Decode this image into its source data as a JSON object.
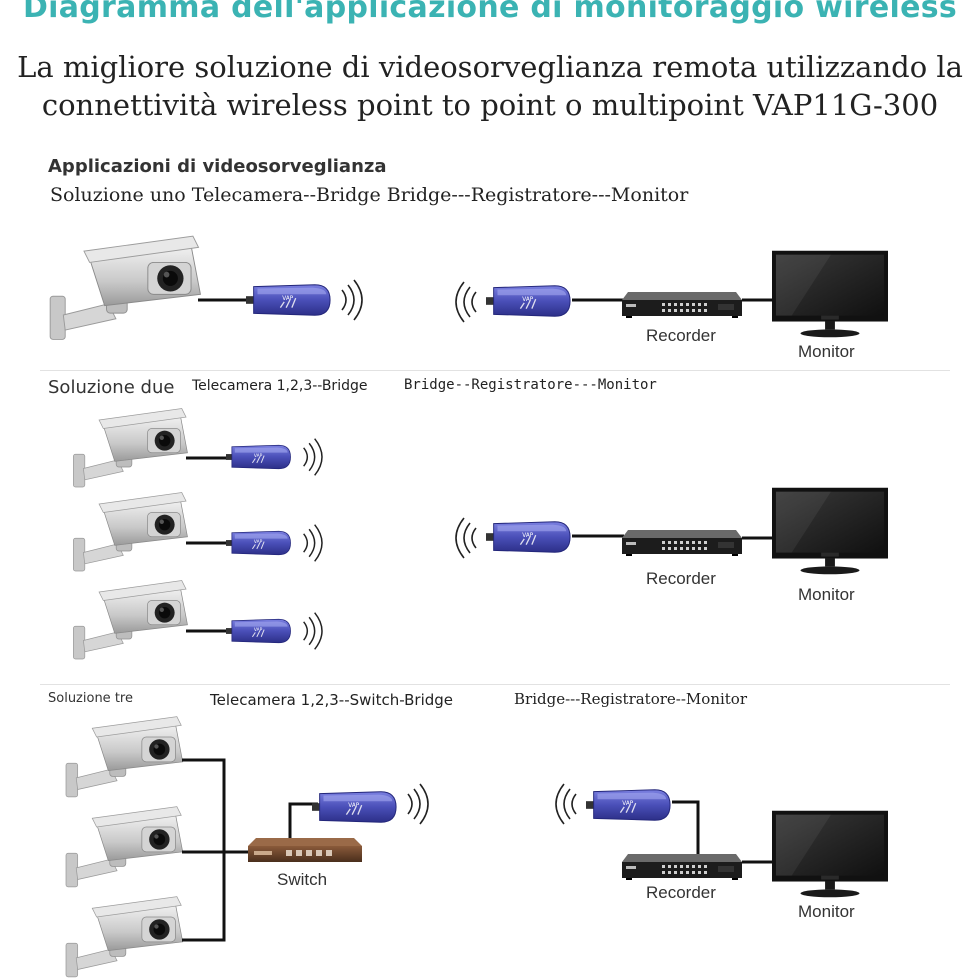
{
  "header": {
    "title": "Diagramma dell'applicazione di monitoraggio wireless",
    "subtitle_line1": "La migliore soluzione di videosorveglianza remota utilizzando la",
    "subtitle_line2": "connettività wireless point to point o multipoint VAP11G-300"
  },
  "section1": {
    "heading": "Applicazioni di videosorveglianza",
    "caption": "Soluzione uno Telecamera--Bridge Bridge---Registratore---Monitor",
    "recorder_label": "Recorder",
    "monitor_label": "Monitor"
  },
  "section2": {
    "heading": "Soluzione due",
    "left_caption": "Telecamera 1,2,3--Bridge",
    "right_caption": "Bridge--Registratore---Monitor",
    "recorder_label": "Recorder",
    "monitor_label": "Monitor"
  },
  "section3": {
    "heading": "Soluzione tre",
    "left_caption": "Telecamera 1,2,3--Switch-Bridge",
    "right_caption": "Bridge---Registratore--Monitor",
    "switch_label": "Switch",
    "recorder_label": "Recorder",
    "monitor_label": "Monitor"
  },
  "icons": [
    "security-camera-icon",
    "wireless-bridge-icon",
    "wifi-waves-icon",
    "recorder-icon",
    "monitor-icon",
    "network-switch-icon"
  ],
  "colors": {
    "title": "#3bb3b3",
    "bridge": "#4a4fb8",
    "cable": "#111111"
  }
}
